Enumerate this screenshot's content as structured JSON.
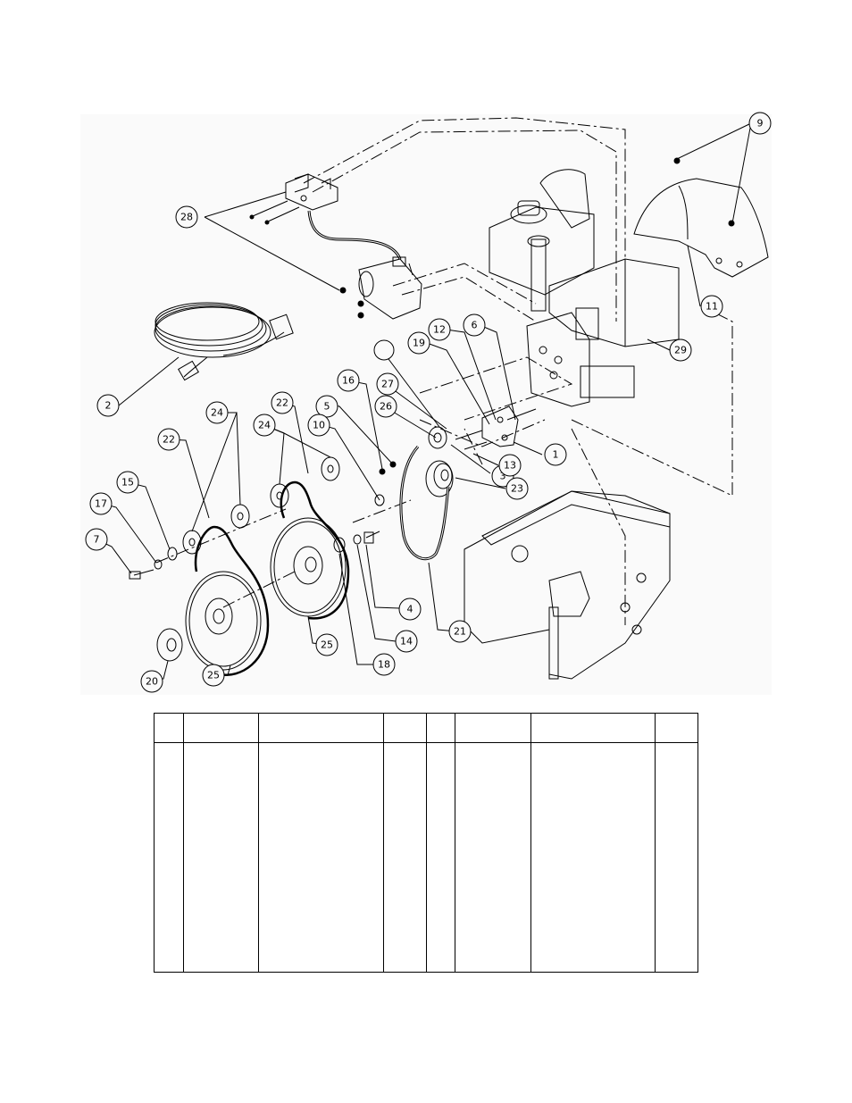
{
  "diagram": {
    "callouts": [
      {
        "id": "c1",
        "label": "1"
      },
      {
        "id": "c2",
        "label": "2"
      },
      {
        "id": "c3",
        "label": "3"
      },
      {
        "id": "c4",
        "label": "4"
      },
      {
        "id": "c5",
        "label": "5"
      },
      {
        "id": "c6",
        "label": "6"
      },
      {
        "id": "c7",
        "label": "7"
      },
      {
        "id": "c9",
        "label": "9"
      },
      {
        "id": "c10",
        "label": "10"
      },
      {
        "id": "c11",
        "label": "11"
      },
      {
        "id": "c12",
        "label": "12"
      },
      {
        "id": "c13",
        "label": "13"
      },
      {
        "id": "c14",
        "label": "14"
      },
      {
        "id": "c15",
        "label": "15"
      },
      {
        "id": "c16",
        "label": "16"
      },
      {
        "id": "c17",
        "label": "17"
      },
      {
        "id": "c18",
        "label": "18"
      },
      {
        "id": "c19",
        "label": "19"
      },
      {
        "id": "c20",
        "label": "20"
      },
      {
        "id": "c21",
        "label": "21"
      },
      {
        "id": "c22a",
        "label": "22"
      },
      {
        "id": "c22b",
        "label": "22"
      },
      {
        "id": "c23",
        "label": "23"
      },
      {
        "id": "c24a",
        "label": "24"
      },
      {
        "id": "c24b",
        "label": "24"
      },
      {
        "id": "c25a",
        "label": "25"
      },
      {
        "id": "c25b",
        "label": "25"
      },
      {
        "id": "c26",
        "label": "26"
      },
      {
        "id": "c27",
        "label": "27"
      },
      {
        "id": "c28",
        "label": "28"
      },
      {
        "id": "c29",
        "label": "29"
      },
      {
        "id": "cblank",
        "label": ""
      }
    ]
  },
  "parts_table": {
    "columns": [
      "",
      "",
      "",
      "",
      "",
      "",
      "",
      ""
    ],
    "rows": [
      [
        "",
        "",
        "",
        "",
        "",
        "",
        "",
        ""
      ]
    ]
  }
}
